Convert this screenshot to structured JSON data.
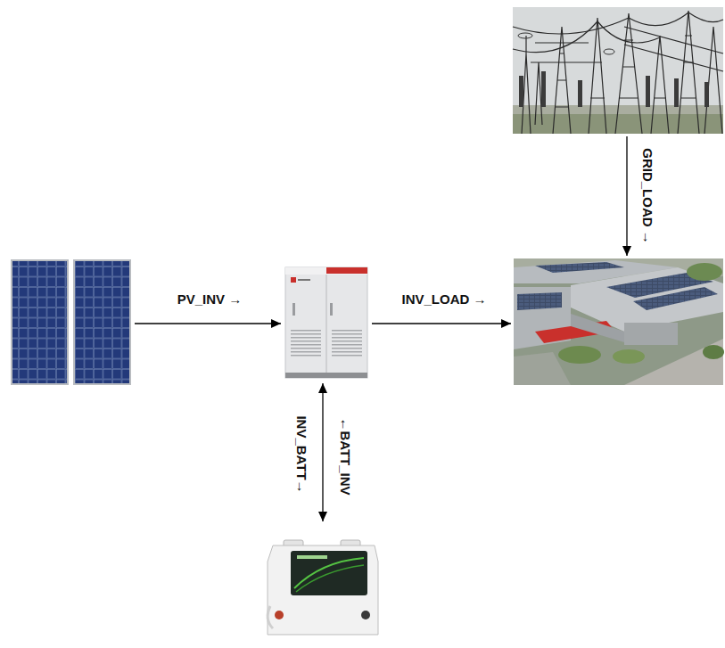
{
  "diagram": {
    "nodes": [
      {
        "text": []
      },
      {
        "text": []
      },
      {
        "text": []
      },
      {
        "text": []
      },
      {
        "text": []
      }
    ],
    "edges": [
      {
        "from": 1,
        "to": 2,
        "arrow": "to",
        "label": "PV_INV →"
      },
      {
        "from": 2,
        "to": 3,
        "arrow": "to",
        "label": "INV_LOAD →"
      },
      {
        "from": 0,
        "to": 3,
        "arrow": "to",
        "label": "GRID_LOAD →"
      },
      {
        "from": 2,
        "to": 4,
        "arrow": "both",
        "label": "INV_BATT→"
      }
    ],
    "labels": [
      "←BATT_INV"
    ]
  }
}
